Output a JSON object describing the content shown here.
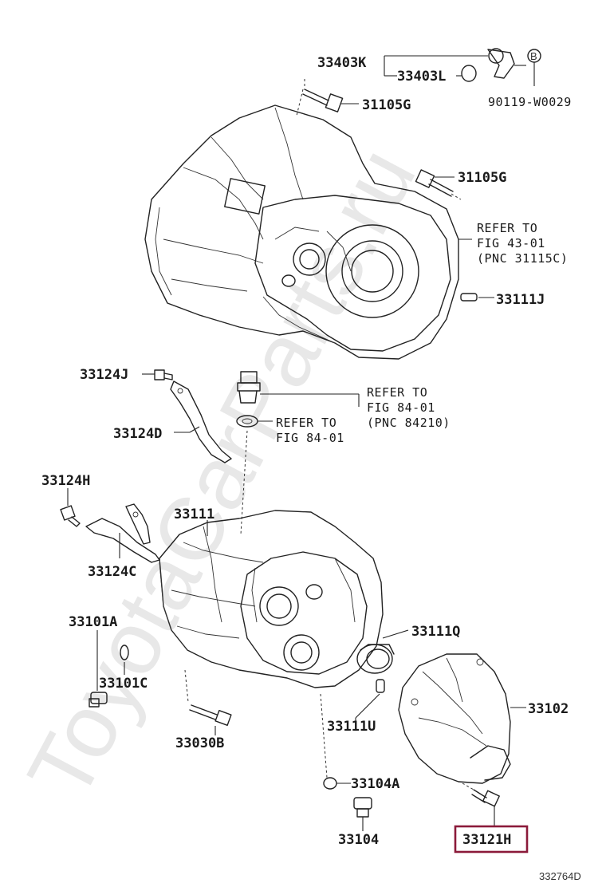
{
  "watermark": "ToyotaCarParts.ru",
  "figure_ref": "332764D",
  "highlight_color": "#8b1a3a",
  "labels": {
    "p33403K": "33403K",
    "p33403L": "33403L",
    "b_icon": "B",
    "p90119": "90119-W0029",
    "p31105G_a": "31105G",
    "p31105G_b": "31105G",
    "refer1_a": "REFER TO",
    "refer1_b": "FIG 43-01",
    "refer1_c": "(PNC 31115C)",
    "p33111J": "33111J",
    "p33124J": "33124J",
    "refer2_a": "REFER TO",
    "refer2_b": "FIG 84-01",
    "refer2_c": "(PNC 84210)",
    "refer3_a": "REFER TO",
    "refer3_b": "FIG 84-01",
    "p33124D": "33124D",
    "p33124H": "33124H",
    "p33111": "33111",
    "p33124C": "33124C",
    "p33101A": "33101A",
    "p33111Q": "33111Q",
    "p33101C": "33101C",
    "p33102": "33102",
    "p33111U": "33111U",
    "p33030B": "33030B",
    "p33104A": "33104A",
    "p33104": "33104",
    "p33121H": "33121H"
  }
}
